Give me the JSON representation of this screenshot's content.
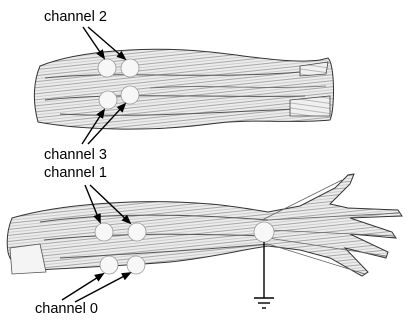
{
  "labels": {
    "channel_2": "channel 2",
    "channel_3": "channel 3",
    "channel_1": "channel 1",
    "channel_0": "channel 0"
  },
  "colors": {
    "muscle_stroke": "#4a4a4a",
    "muscle_fill": "#e9e9e9",
    "electrode_fill": "#f6f6f6",
    "arrow": "#000000"
  }
}
